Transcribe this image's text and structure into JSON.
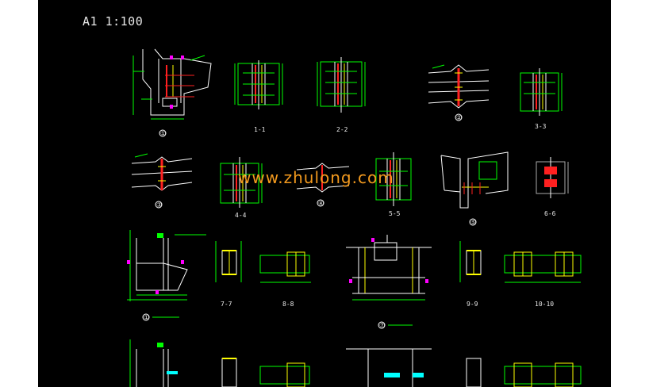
{
  "sheet": {
    "title": "A1  1:100"
  },
  "watermark": {
    "text": "www.zhulong.com"
  },
  "colors": {
    "background": "#000000",
    "outline": "#ffffff",
    "dimension": "#00ff00",
    "weld": "#ff2020",
    "bolt": "#ffff00",
    "marker": "#ff00ff",
    "accent": "#00ffff",
    "watermark": "#f39a1e"
  },
  "labels": {
    "c1": "①",
    "s11": "1-1",
    "s22": "2-2",
    "c2": "②",
    "s33": "3-3",
    "c3": "③",
    "s44": "4-4",
    "c4": "④",
    "s55": "5-5",
    "c5": "⑤",
    "s66": "6-6",
    "s77": "7-7",
    "s88": "8-8",
    "c6": "①",
    "c7": "⑦",
    "s99": "9-9",
    "s1010": "10-10"
  }
}
